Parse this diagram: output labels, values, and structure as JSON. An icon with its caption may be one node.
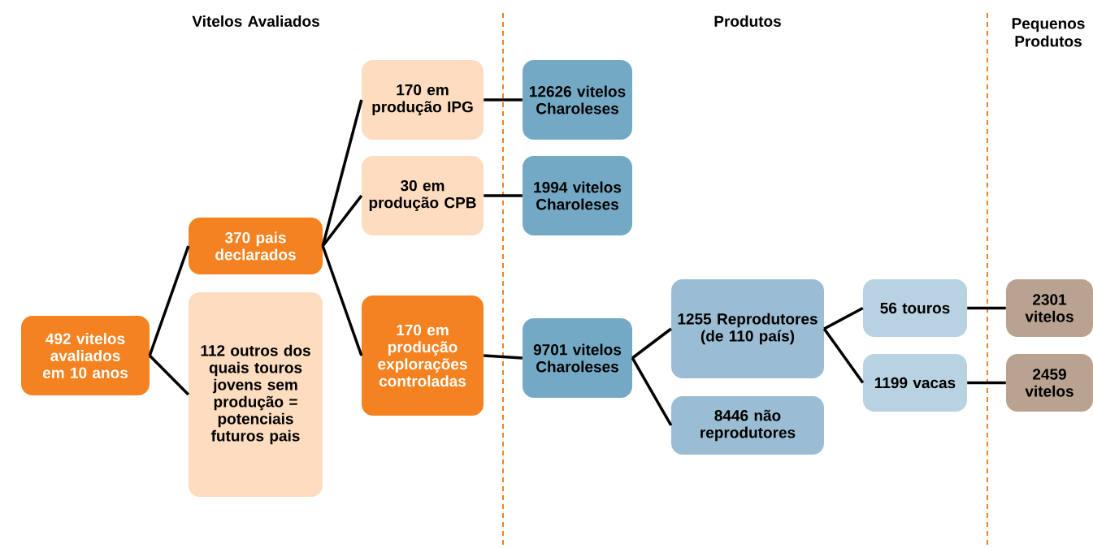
{
  "diagram": {
    "nodes": [
      {
        "text": [
          "492 vitelos avaliados em 10 anos"
        ]
      },
      {
        "text": [
          "370 pais declarados"
        ]
      },
      {
        "text": [
          "112 outros dos quais touros jovens sem produção = potenciais futuros pais"
        ]
      },
      {
        "text": [
          "170 em produção IPG"
        ]
      },
      {
        "text": [
          "30 em produção CPB"
        ]
      },
      {
        "text": [
          "170 em produção explorações controladas"
        ]
      },
      {
        "text": [
          "12626 vitelos Charoleses"
        ]
      },
      {
        "text": [
          "1994 vitelos Charoleses"
        ]
      },
      {
        "text": [
          "9701 vitelos Charoleses"
        ]
      },
      {
        "text": [
          "1255 Reprodutores (de 110 país)"
        ]
      },
      {
        "text": [
          "8446 não reprodutores"
        ]
      },
      {
        "text": [
          "56 touros"
        ]
      },
      {
        "text": [
          "1199 vacas"
        ]
      },
      {
        "text": [
          "2301 vitelos"
        ]
      },
      {
        "text": [
          "2459 vitelos"
        ]
      }
    ],
    "edges": [
      {
        "from": 0,
        "to": 1,
        "arrow": "none"
      },
      {
        "from": 0,
        "to": 2,
        "arrow": "none"
      },
      {
        "from": 1,
        "to": 3,
        "arrow": "none"
      },
      {
        "from": 1,
        "to": 4,
        "arrow": "none"
      },
      {
        "from": 1,
        "to": 5,
        "arrow": "none"
      },
      {
        "from": 3,
        "to": 6,
        "arrow": "none"
      },
      {
        "from": 4,
        "to": 7,
        "arrow": "none"
      },
      {
        "from": 5,
        "to": 8,
        "arrow": "none"
      },
      {
        "from": 8,
        "to": 9,
        "arrow": "none"
      },
      {
        "from": 8,
        "to": 10,
        "arrow": "none"
      },
      {
        "from": 9,
        "to": 11,
        "arrow": "none"
      },
      {
        "from": 9,
        "to": 12,
        "arrow": "none"
      },
      {
        "from": 11,
        "to": 13,
        "arrow": "none"
      },
      {
        "from": 12,
        "to": 14,
        "arrow": "none"
      }
    ],
    "labels": [
      "Vitelos Avaliados",
      "Produtos",
      "Pequenos Produtos"
    ]
  }
}
